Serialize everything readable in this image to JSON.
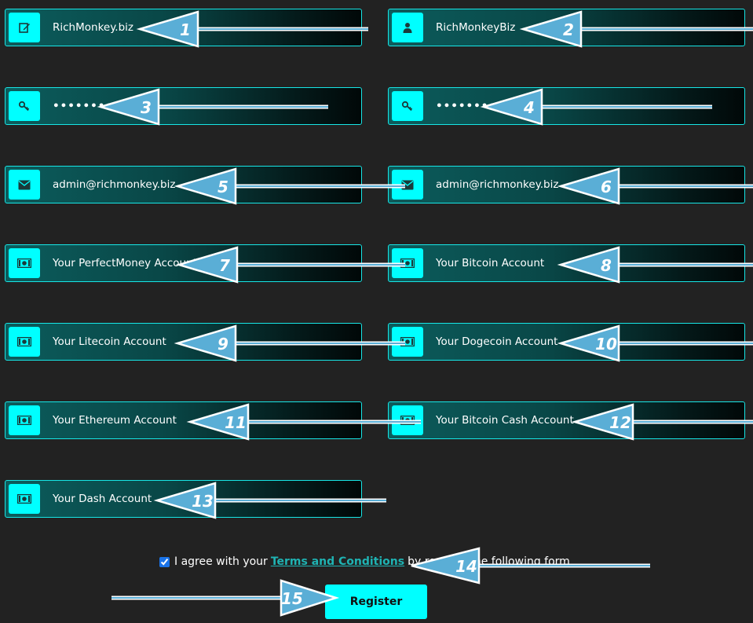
{
  "fields": [
    {
      "icon": "edit-icon",
      "value": "RichMonkey.biz"
    },
    {
      "icon": "user-icon",
      "value": "RichMonkeyBiz"
    },
    {
      "icon": "key-icon",
      "value": "••••••••••"
    },
    {
      "icon": "key-icon",
      "value": "••••••••"
    },
    {
      "icon": "envelope-icon",
      "value": "admin@richmonkey.biz"
    },
    {
      "icon": "envelope-icon",
      "value": "admin@richmonkey.biz"
    },
    {
      "icon": "money-icon",
      "value": "Your PerfectMoney Account"
    },
    {
      "icon": "money-icon",
      "value": "Your Bitcoin Account"
    },
    {
      "icon": "money-icon",
      "value": "Your Litecoin Account"
    },
    {
      "icon": "money-icon",
      "value": "Your Dogecoin Account"
    },
    {
      "icon": "money-icon",
      "value": "Your Ethereum Account"
    },
    {
      "icon": "money-icon",
      "value": "Your Bitcoin Cash Account"
    },
    {
      "icon": "money-icon",
      "value": "Your Dash Account"
    }
  ],
  "terms": {
    "checked": true,
    "prefix": "I agree with your",
    "link": "Terms and Conditions",
    "suffix": "by reading the following form"
  },
  "register_label": "Register",
  "callouts": [
    "1",
    "2",
    "3",
    "4",
    "5",
    "6",
    "7",
    "8",
    "9",
    "10",
    "11",
    "12",
    "13",
    "14",
    "15"
  ],
  "colors": {
    "accent": "#00ffff",
    "background": "#222222",
    "callout": "#5aaed6"
  }
}
